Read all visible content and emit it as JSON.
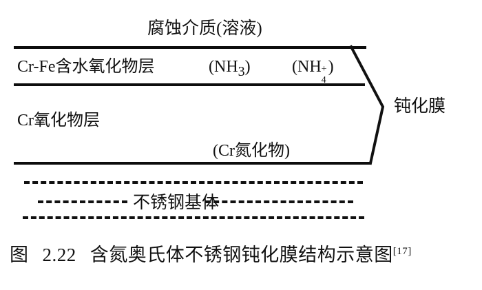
{
  "figure": {
    "medium_label": "腐蚀介质(溶液)",
    "layers": [
      {
        "name": "Cr-Fe含水氧化物层",
        "species": [
          "(NH3)",
          "(NH4+)"
        ]
      },
      {
        "name": "Cr氧化物层",
        "species": [
          "(Cr氮化物)"
        ]
      }
    ],
    "substrate_label": "不锈钢基体",
    "bracket_label": "钝化膜",
    "species_nh3": {
      "open": "(NH",
      "sub": "3",
      "close": ")"
    },
    "species_nh4": {
      "open": "(NH",
      "sub": "4",
      "sup": "+",
      "close": ")"
    }
  },
  "caption": {
    "prefix": "图",
    "number": "2.22",
    "title": "含氮奥氏体不锈钢钝化膜结构示意图",
    "reference": "[17]"
  },
  "colors": {
    "ink": "#111111",
    "rule": "#0d0d0d",
    "background": "#ffffff"
  }
}
